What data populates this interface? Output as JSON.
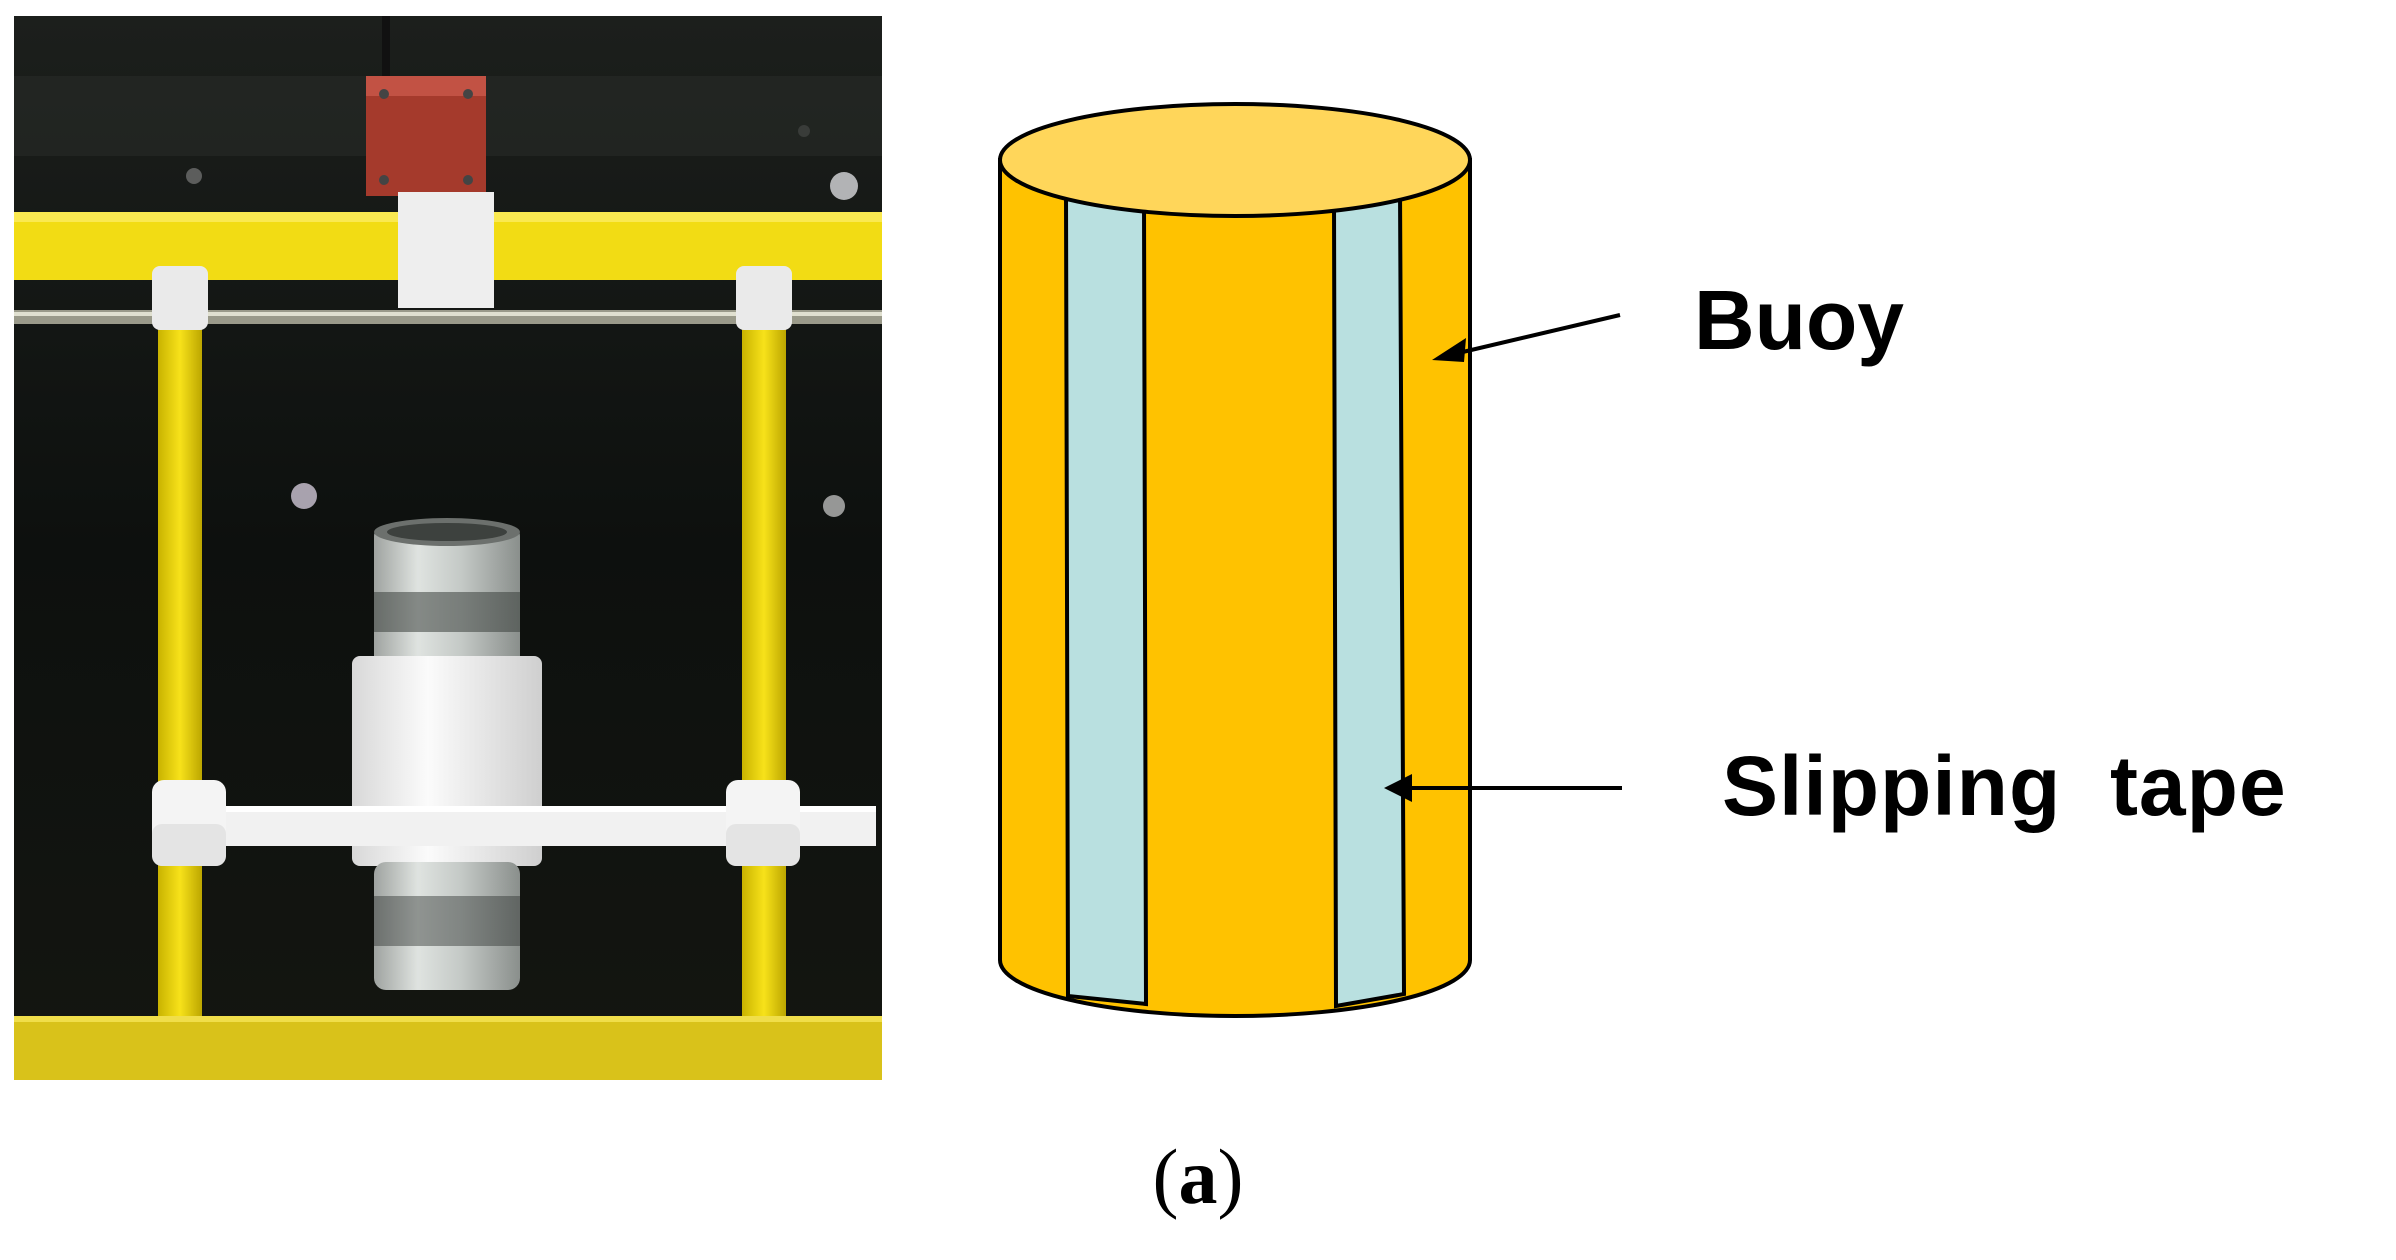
{
  "figure": {
    "photo": {
      "subject": "experimental buoy model mounted on yellow guide frame"
    },
    "diagram": {
      "colors": {
        "buoy": "#ffc200",
        "buoy_top": "#ffd65a",
        "tape": "#b9e0e0",
        "outline": "#000000"
      },
      "labels": {
        "buoy": "Buoy",
        "tape": "Slipping  tape"
      }
    },
    "caption": {
      "open": "(",
      "letter": "a",
      "close": ")"
    }
  }
}
